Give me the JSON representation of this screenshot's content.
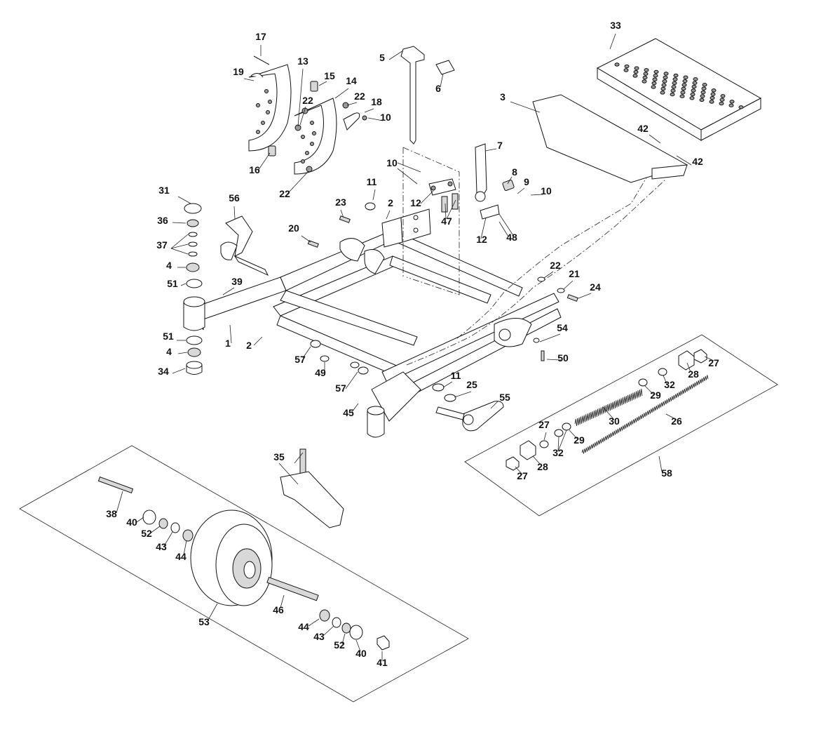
{
  "callouts": [
    {
      "id": "17",
      "text": "17"
    },
    {
      "id": "19",
      "text": "19"
    },
    {
      "id": "13",
      "text": "13"
    },
    {
      "id": "15",
      "text": "15"
    },
    {
      "id": "14",
      "text": "14"
    },
    {
      "id": "22a",
      "text": "22"
    },
    {
      "id": "22b",
      "text": "22"
    },
    {
      "id": "18",
      "text": "18"
    },
    {
      "id": "10a",
      "text": "10"
    },
    {
      "id": "16",
      "text": "16"
    },
    {
      "id": "22c",
      "text": "22"
    },
    {
      "id": "5",
      "text": "5"
    },
    {
      "id": "6",
      "text": "6"
    },
    {
      "id": "33",
      "text": "33"
    },
    {
      "id": "3",
      "text": "3"
    },
    {
      "id": "42a",
      "text": "42"
    },
    {
      "id": "42b",
      "text": "42"
    },
    {
      "id": "7",
      "text": "7"
    },
    {
      "id": "10b",
      "text": "10"
    },
    {
      "id": "8",
      "text": "8"
    },
    {
      "id": "9",
      "text": "9"
    },
    {
      "id": "10c",
      "text": "10"
    },
    {
      "id": "11a",
      "text": "11"
    },
    {
      "id": "2a",
      "text": "2"
    },
    {
      "id": "12a",
      "text": "12"
    },
    {
      "id": "47",
      "text": "47"
    },
    {
      "id": "12b",
      "text": "12"
    },
    {
      "id": "48",
      "text": "48"
    },
    {
      "id": "31",
      "text": "31"
    },
    {
      "id": "56",
      "text": "56"
    },
    {
      "id": "23",
      "text": "23"
    },
    {
      "id": "36",
      "text": "36"
    },
    {
      "id": "20",
      "text": "20"
    },
    {
      "id": "37",
      "text": "37"
    },
    {
      "id": "4a",
      "text": "4"
    },
    {
      "id": "51a",
      "text": "51"
    },
    {
      "id": "39",
      "text": "39"
    },
    {
      "id": "22d",
      "text": "22"
    },
    {
      "id": "21",
      "text": "21"
    },
    {
      "id": "24",
      "text": "24"
    },
    {
      "id": "1",
      "text": "1"
    },
    {
      "id": "51b",
      "text": "51"
    },
    {
      "id": "2b",
      "text": "2"
    },
    {
      "id": "4b",
      "text": "4"
    },
    {
      "id": "54",
      "text": "54"
    },
    {
      "id": "50",
      "text": "50"
    },
    {
      "id": "57a",
      "text": "57"
    },
    {
      "id": "34",
      "text": "34"
    },
    {
      "id": "49",
      "text": "49"
    },
    {
      "id": "27a",
      "text": "27"
    },
    {
      "id": "28a",
      "text": "28"
    },
    {
      "id": "57b",
      "text": "57"
    },
    {
      "id": "11b",
      "text": "11"
    },
    {
      "id": "25",
      "text": "25"
    },
    {
      "id": "55",
      "text": "55"
    },
    {
      "id": "32a",
      "text": "32"
    },
    {
      "id": "29a",
      "text": "29"
    },
    {
      "id": "45",
      "text": "45"
    },
    {
      "id": "30",
      "text": "30"
    },
    {
      "id": "26",
      "text": "26"
    },
    {
      "id": "27b",
      "text": "27"
    },
    {
      "id": "32b",
      "text": "32"
    },
    {
      "id": "29b",
      "text": "29"
    },
    {
      "id": "28b",
      "text": "28"
    },
    {
      "id": "27c",
      "text": "27"
    },
    {
      "id": "58",
      "text": "58"
    },
    {
      "id": "35",
      "text": "35"
    },
    {
      "id": "38",
      "text": "38"
    },
    {
      "id": "40a",
      "text": "40"
    },
    {
      "id": "52a",
      "text": "52"
    },
    {
      "id": "43a",
      "text": "43"
    },
    {
      "id": "44a",
      "text": "44"
    },
    {
      "id": "46",
      "text": "46"
    },
    {
      "id": "44b",
      "text": "44"
    },
    {
      "id": "43b",
      "text": "43"
    },
    {
      "id": "52b",
      "text": "52"
    },
    {
      "id": "40b",
      "text": "40"
    },
    {
      "id": "41",
      "text": "41"
    },
    {
      "id": "53",
      "text": "53"
    }
  ]
}
